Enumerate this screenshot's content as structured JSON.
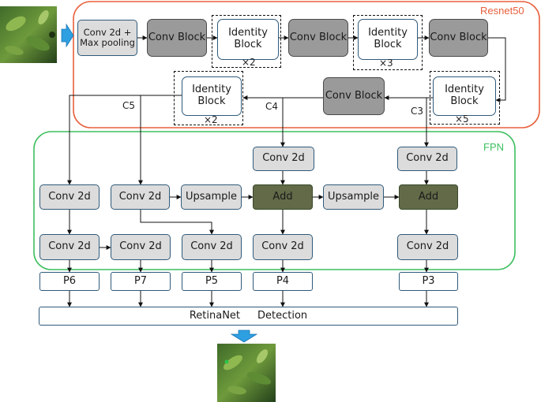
{
  "regions": {
    "resnet": "Resnet50",
    "fpn": "FPN"
  },
  "resnet": {
    "conv_pool": [
      "Conv 2d +",
      "Max pooling"
    ],
    "conv_block": "Conv Block",
    "identity_block": [
      "Identity",
      "Block"
    ],
    "repeat_2": "×2",
    "repeat_3": "×3",
    "repeat_5": "×5"
  },
  "stages": {
    "c3": "C3",
    "c4": "C4",
    "c5": "C5"
  },
  "fpn": {
    "conv": "Conv 2d",
    "upsample": "Upsample",
    "add": "Add"
  },
  "outputs": [
    "P6",
    "P7",
    "P5",
    "P4",
    "P3"
  ],
  "detection": {
    "left": "RetinaNet",
    "right": "Detection"
  },
  "colors": {
    "resnet_border": "#e8603c",
    "fpn_border": "#3cbf5e",
    "arrow_input": "#2e9fe0"
  }
}
